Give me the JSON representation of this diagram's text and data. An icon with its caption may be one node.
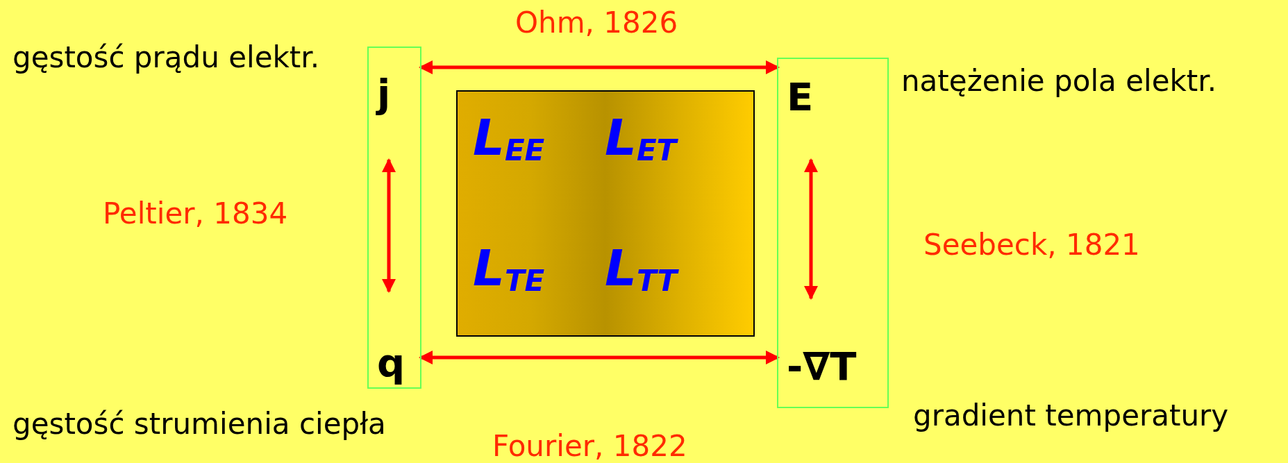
{
  "diagram": {
    "nodes": [
      {
        "text": [],
        "shape": "box"
      },
      {
        "text": [
          "j"
        ],
        "in": 0,
        "beside": [
          "gęstość prądu elektr."
        ]
      },
      {
        "text": [
          "q"
        ],
        "in": 0,
        "beside": [
          "gęstość strumienia ciepła"
        ]
      },
      {
        "text": [],
        "shape": "box"
      },
      {
        "text": [
          "E"
        ],
        "in": 3,
        "beside": [
          "natężenie pola elektr."
        ]
      },
      {
        "text": [
          "-∇T"
        ],
        "in": 3,
        "beside": [
          "gradient temperatury"
        ]
      },
      {
        "text": [
          "L$_{EE}$",
          "L$_{ET}$",
          "L$_{TE}$",
          "L$_{TT}$"
        ]
      }
    ],
    "edges": [
      {
        "from": 1,
        "to": 4,
        "arrow": "both",
        "label": "Ohm, 1826"
      },
      {
        "from": 1,
        "to": 2,
        "arrow": "both",
        "label": "Peltier, 1834"
      },
      {
        "from": 4,
        "to": 5,
        "arrow": "both",
        "label": "Seebeck, 1821"
      },
      {
        "from": 2,
        "to": 5,
        "arrow": "both",
        "label": "Fourier, 1822"
      }
    ]
  }
}
